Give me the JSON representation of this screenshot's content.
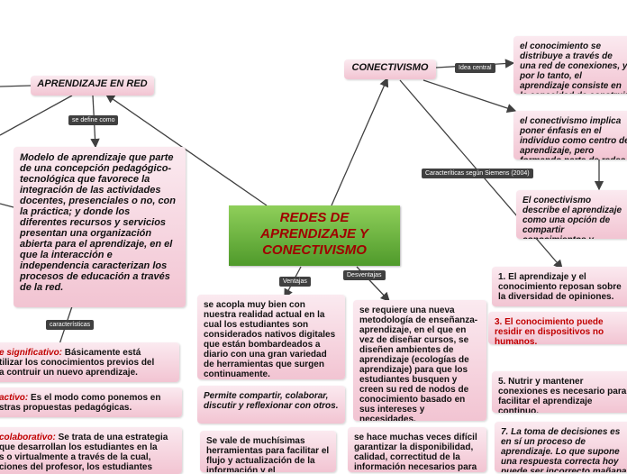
{
  "central": {
    "title": "REDES DE APRENDIZAJE Y CONECTIVISMO"
  },
  "labels": {
    "ventajas": "Ventajas",
    "desventajas": "Desventajas",
    "se_define_como": "se define como",
    "caracteristicas": "características",
    "idea_central": "Idea central",
    "caract_siemens": "Caracteríticas según Siemens (2004)"
  },
  "nodes": {
    "aprendizaje_en_red": "APRENDIZAJE EN RED",
    "conectivismo": "CONECTIVISMO",
    "modelo": "Modelo de aprendizaje que parte de una concepción pedagógico-tecnológica que favorece la integración de las actividades docentes, presenciales o no, con la práctica; y donde los diferentes recursos y servicios presentan una organización abierta para el aprendizaje, en el que la interacción e independencia caracterizan los procesos de educación a través de la red.",
    "significativo_lead": "e significativo:",
    "significativo_text": " Básicamente está\ntilizar los conocimientos previos del\na contruir un nuevo aprendizaje.",
    "activo_lead": "activo:",
    "activo_text": " Es el modo como ponemos en\nstras propuestas pedagógicas.",
    "colaborativo_lead": "colaborativo:",
    "colaborativo_text": " Se trata de una estrategia\nque desarrollan los estudiantes en la\ns o virtualmente a través de la cual,\nciones del profesor, los estudiantes",
    "ventaja1": "se acopla muy bien con nuestra realidad actual en la cual los estudiantes son considerados nativos digitales que están bombardeados a diario con una gran variedad de  herramientas que  surgen continuamente.",
    "ventaja2": "Permite compartir, colaborar, discutir y reflexionar con otros.",
    "ventaja3": "Se vale de muchísimas herramientas para facilitar el flujo y actualización de la información y el",
    "desventaja1": "se requiere una nueva metodología de enseñanza-aprendizaje, en el que en vez de diseñar cursos, se diseñen ambientes de aprendizaje (ecologías de aprendizaje) para que los estudiantes busquen y creen su red de nodos de conocimiento basado en sus intereses y necesidades.",
    "desventaja2": "se hace muchas veces difícil garantizar la disponibilidad, calidad, correctitud de la información necesarios para",
    "idea1": "el conocimiento se distribuye a través de una red de conexiones, y, por lo tanto, el aprendizaje consiste en la capacidad de construir y atravesar esas redes",
    "idea2": "el conectivismo implica poner énfasis en el individuo como centro de aprendizaje, pero formando parte de redes",
    "idea3": "El conectivismo describe el aprendizaje como una opción de compartir conocimientos y experiencias con otros individuos",
    "c1": "1. El aprendizaje y el conocimiento reposan sobre la diversidad de opiniones.",
    "c3": "3. El conocimiento puede residir en dispositivos no humanos.",
    "c5": "5. Nutrir y mantener conexiones es necesario para facilitar el aprendizaje continuo.",
    "c7": "7. La toma de decisiones es en sí un proceso de aprendizaje. Lo que supone una respuesta correcta hoy puede ser incorrecto mañana debido a que las decisiones están basadas"
  },
  "colors": {
    "central_fill": "#6db33f",
    "central_text": "#a00000",
    "box_fill": "#f2c4d2",
    "label_fill": "#404040",
    "red_text": "#c00000"
  }
}
